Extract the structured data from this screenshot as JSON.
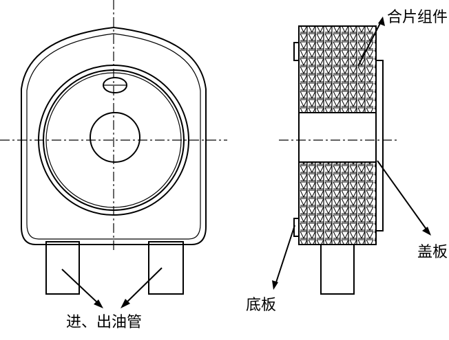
{
  "labels": {
    "plate_assembly": "合片组件",
    "cover_plate": "盖板",
    "base_plate": "底板",
    "inlet_outlet_pipes": "进、出油管"
  },
  "colors": {
    "line": "#000000",
    "background": "#ffffff"
  }
}
